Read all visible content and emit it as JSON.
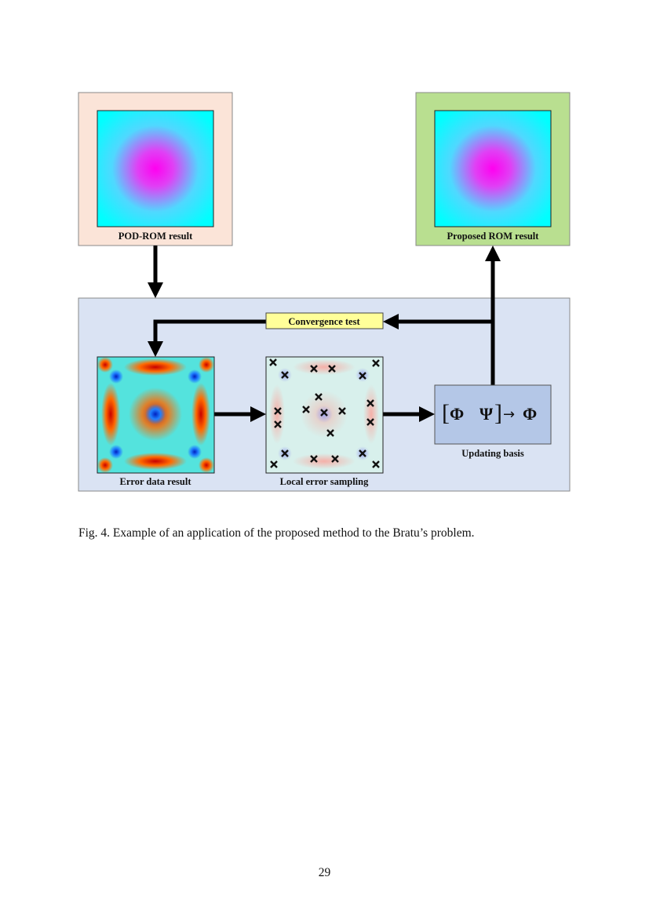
{
  "figure": {
    "pod_rom_label": "POD-ROM result",
    "proposed_rom_label": "Proposed ROM result",
    "convergence_label": "Convergence test",
    "error_data_label": "Error data result",
    "local_sampling_label": "Local error sampling",
    "updating_basis_label": "Updating basis",
    "basis_formula": {
      "phi": "Φ",
      "psi": "Ψ",
      "arrow": "→",
      "result": "Φ"
    },
    "colors": {
      "pod_box": "#fbe4d8",
      "proposed_box": "#b9df90",
      "loop_box": "#dae3f3",
      "convergence_box": "#ffff99",
      "basis_box": "#b4c7e7"
    }
  },
  "caption": "Fig. 4. Example of an application of the proposed method to the Bratu’s problem.",
  "page_number": "29"
}
